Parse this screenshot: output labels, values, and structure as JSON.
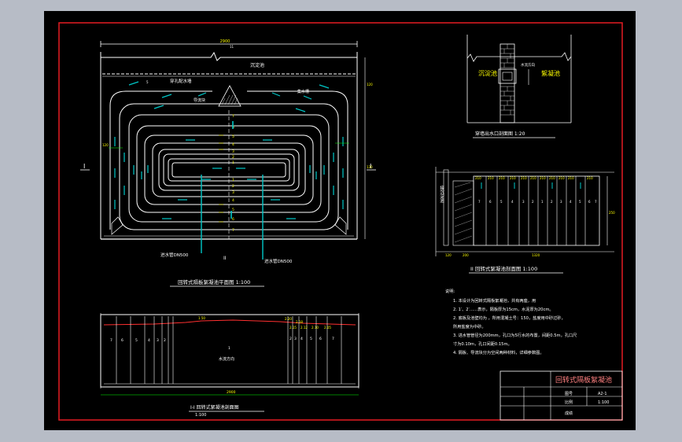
{
  "plan": {
    "caption": "回转式隔板絮凝池平面图 1:100",
    "width_dim": "2900",
    "dim_small": "11",
    "dim_right_top": "120",
    "dim_right_mid": "130",
    "sedimentation": "沉淀池",
    "perforated_wall": "穿孔配水墙",
    "guide_block": "导流块",
    "collect_ch": "集水槽",
    "inlet_pipe_1": "进水管DN500",
    "inlet_pipe_2": "进水管DN500",
    "section_mark": "I",
    "section_mark2": "II",
    "ch_no_top": "5",
    "ch_nos": [
      "7",
      "6",
      "5",
      "4",
      "3",
      "2",
      "1",
      "1",
      "2",
      "3",
      "4",
      "5",
      "6",
      "7"
    ],
    "dim_side": "120"
  },
  "detail": {
    "left_label": "沉淀池",
    "right_label": "絮凝池",
    "flow": "水流方向",
    "caption": "穿墙出水口剖面图 1:20"
  },
  "section2": {
    "caption": "II 回转式絮凝池剖面图 1:100",
    "side_label": "接沉淀池",
    "dims": [
      "210",
      "210",
      "210",
      "210",
      "210",
      "210",
      "210",
      "210",
      "210",
      "210",
      "210"
    ],
    "ch_nos": [
      "7",
      "6",
      "5",
      "4",
      "3",
      "2",
      "1",
      "2",
      "3",
      "4",
      "5",
      "6",
      "7"
    ],
    "height": "250",
    "base_dims": [
      "120",
      "200",
      "1320"
    ]
  },
  "notes": {
    "title": "说明:",
    "lines": [
      "1. 本设计为回转式隔板絮凝池，共有两座，用",
      "2. 1′、2′……表示，隔板厚为15cm，水泥厚为20cm。",
      "2. 底板及池壁均为  ，所用混凝土号：150，盐度用中砂过砂，",
      "   所用盐度为中砂。",
      "3. 进水管管径为200mm，孔口为5行水的布置，间距0.5m，孔口尺",
      "   寸为0.10m，孔口间距0.15m。",
      "4. 隔板、导流块分为空间两种材料，详细参数图。"
    ]
  },
  "section1": {
    "caption": "I-I 回转式絮凝池剖面图",
    "scale": "1:100",
    "length_dim": "2900",
    "water_level": "1.50",
    "flow": "水流方向",
    "top_nos": [
      "2.20",
      "2.18",
      "2.15",
      "2.12",
      "2.10",
      "2.05"
    ],
    "nos_left": [
      "7",
      "6",
      "5",
      "4",
      "3",
      "2"
    ],
    "nos_right": [
      "2",
      "3",
      "4",
      "5",
      "6",
      "7"
    ],
    "center_no": "1"
  },
  "titleblock": {
    "title": "回转式隔板絮凝池",
    "label_drawing": "图号",
    "drawing_no": "A2-1",
    "label_scale": "比例",
    "scale": "1:100",
    "label_score": "成绩"
  },
  "colors": {
    "frame": "#e51c23",
    "line": "#ffffff",
    "text": "#ffff00",
    "arrow": "#00c8c8",
    "dim": "#00ff00",
    "water": "#ff3030",
    "title": "#ff8080"
  }
}
